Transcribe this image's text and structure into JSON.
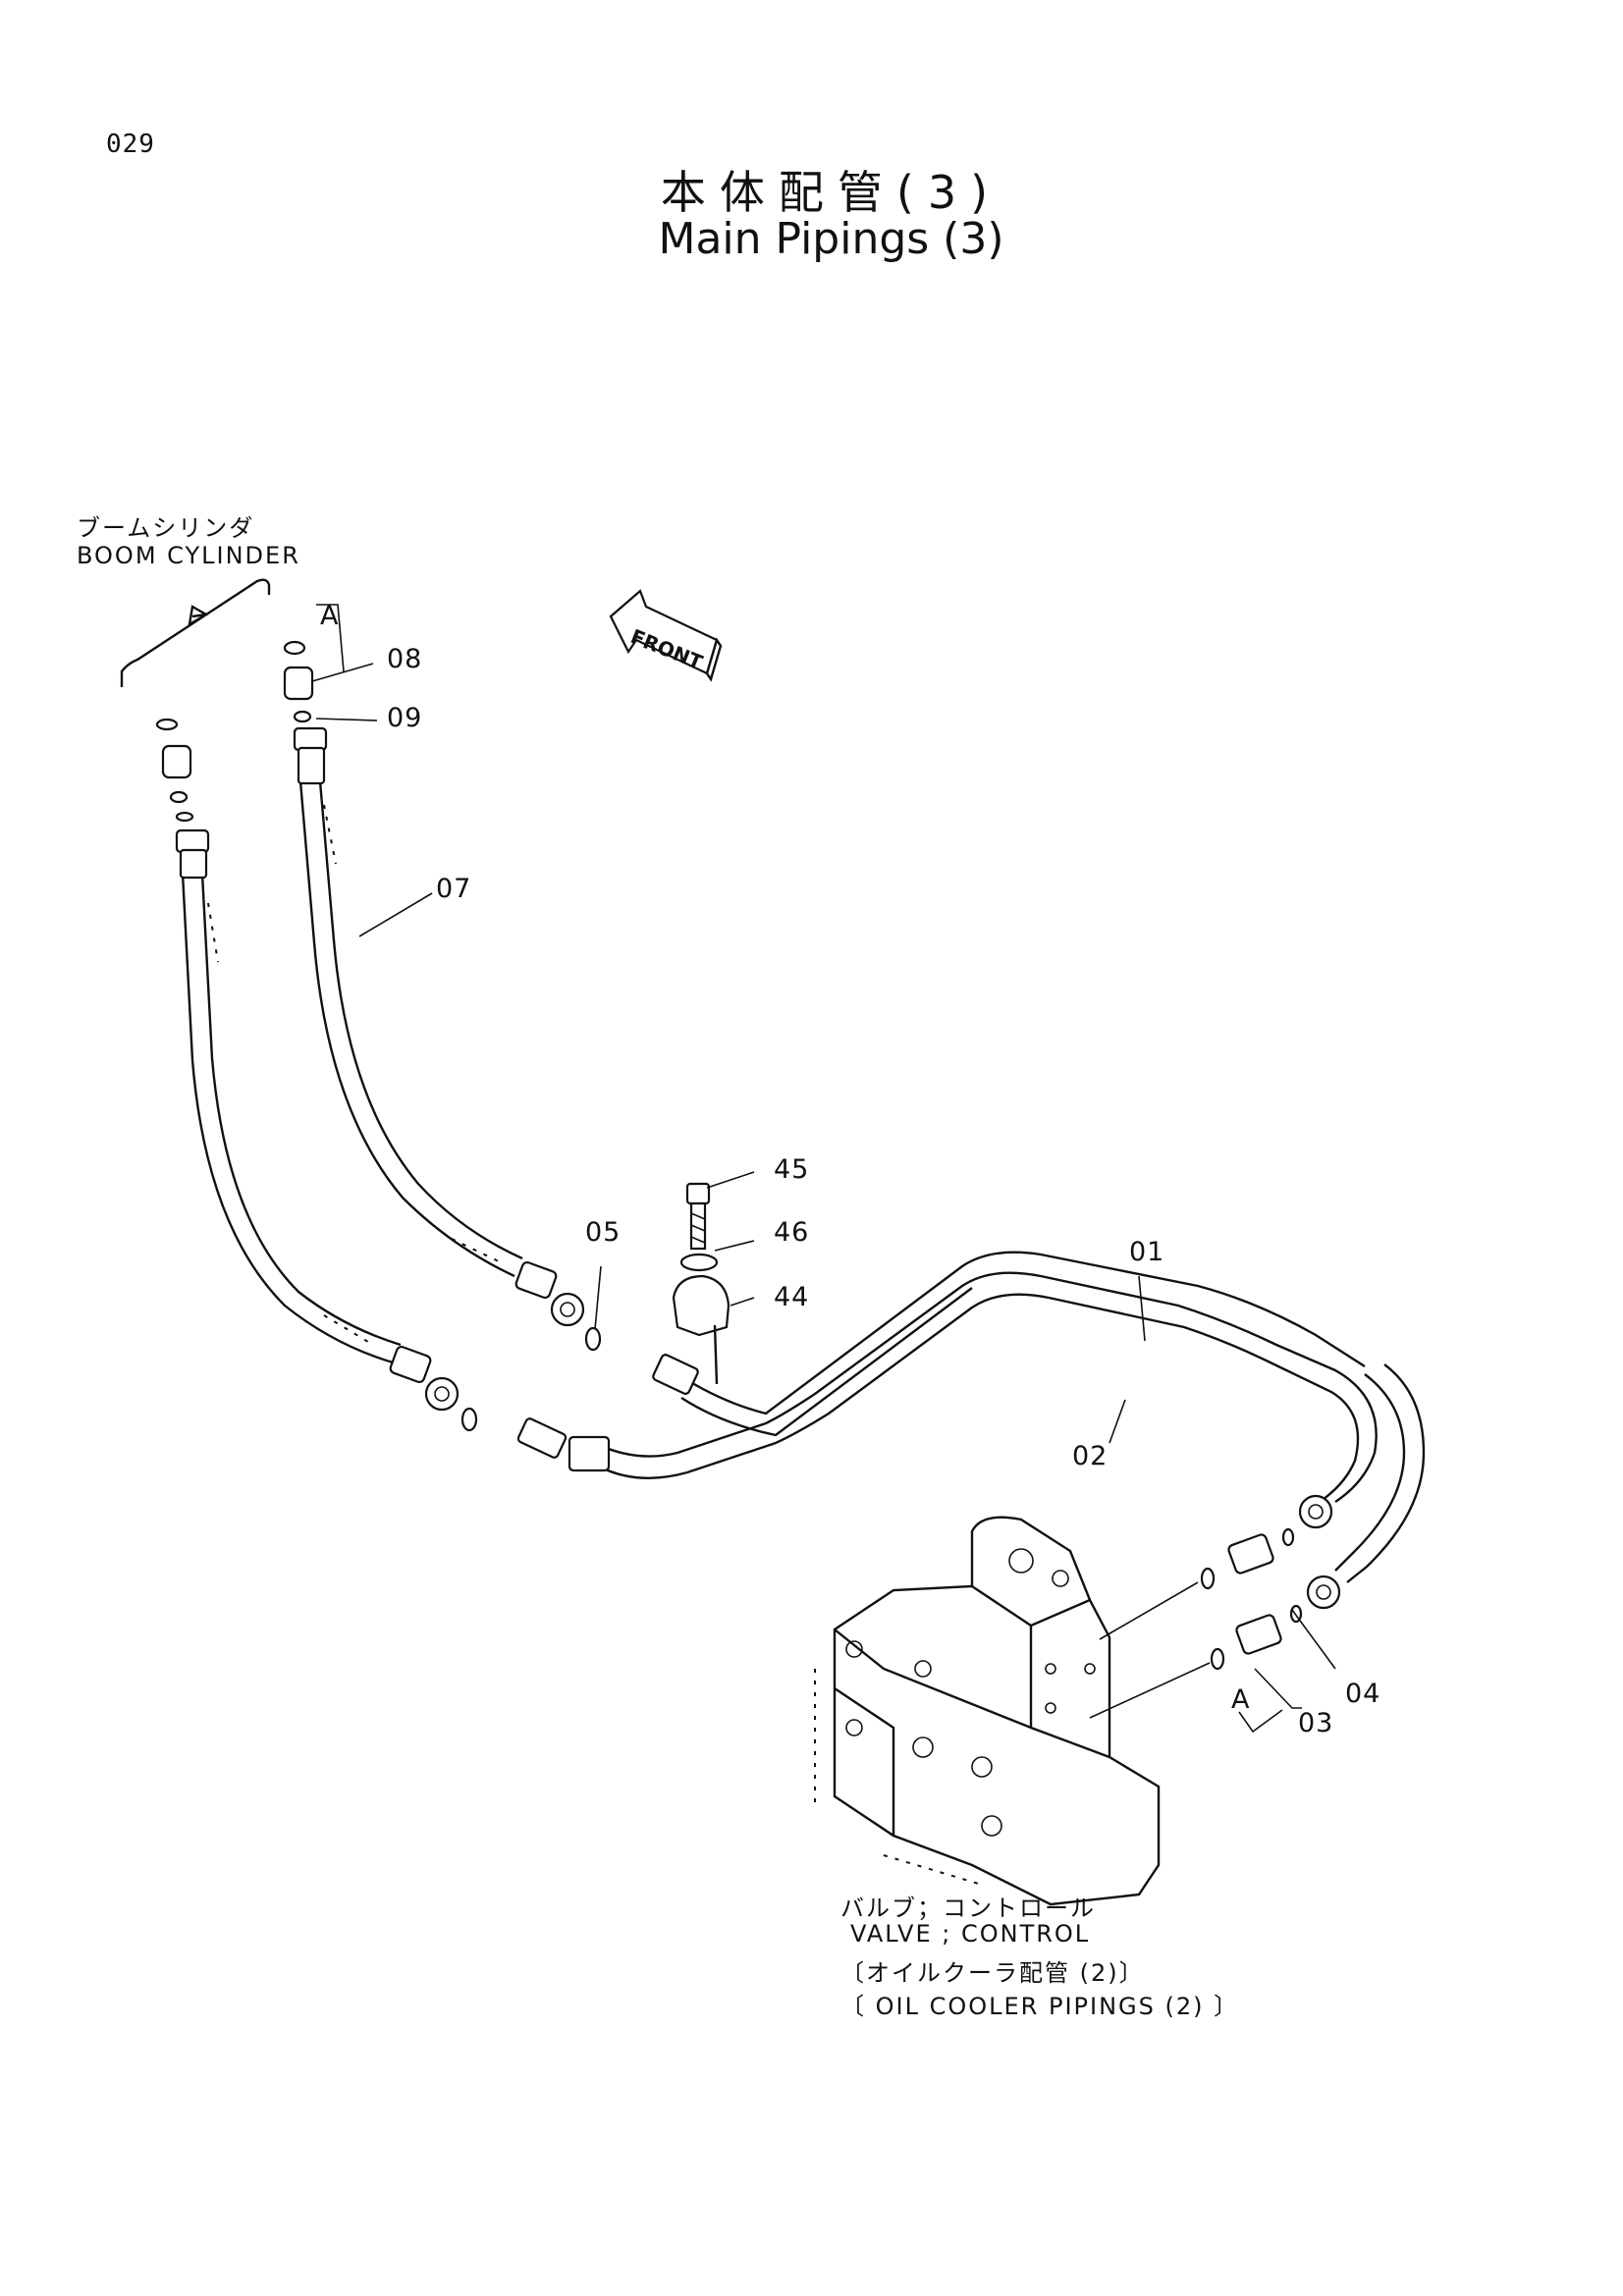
{
  "page_number": "029",
  "title_jp": "本体配管(3)",
  "title_en": "Main Pipings (3)",
  "front_label": "FRONT",
  "boom_cylinder": {
    "jp": "ブームシリンダ",
    "en": "BOOM CYLINDER"
  },
  "valve": {
    "jp": "バルブ；コントロール",
    "en": "VALVE ; CONTROL",
    "ref_jp": "〔オイルクーラ配管 (2)〕",
    "ref_en": "〔 OIL COOLER PIPINGS (2) 〕"
  },
  "callouts": {
    "c01": "01",
    "c02": "02",
    "c03": "03",
    "c04": "04",
    "c05": "05",
    "c07": "07",
    "c08": "08",
    "c09": "09",
    "c44": "44",
    "c45": "45",
    "c46": "46",
    "a_top": "A",
    "a_bottom": "A"
  }
}
